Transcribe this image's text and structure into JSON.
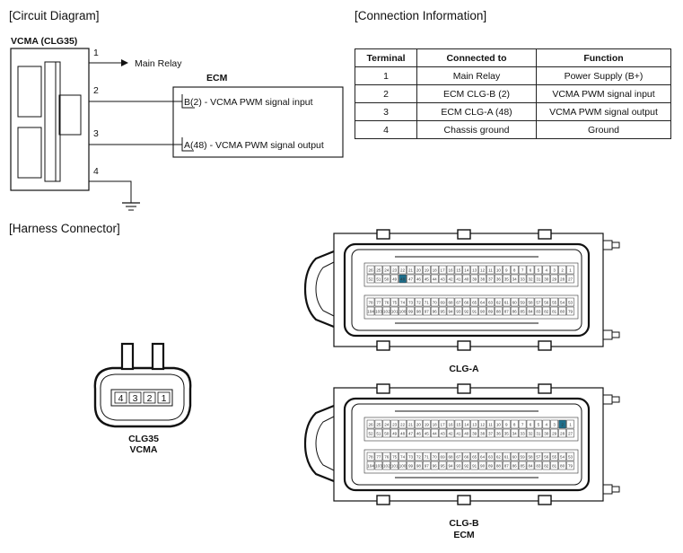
{
  "sections": {
    "circuit": "[Circuit Diagram]",
    "connection": "[Connection Information]",
    "harness": "[Harness Connector]"
  },
  "circuit": {
    "component": "VCMA (CLG35)",
    "ecm": "ECM",
    "pins": [
      "1",
      "2",
      "3",
      "4"
    ],
    "main_relay": "Main Relay",
    "signal_input": "B(2) - VCMA PWM signal input",
    "signal_output": "A(48) - VCMA PWM signal output"
  },
  "table": {
    "headers": [
      "Terminal",
      "Connected to",
      "Function"
    ],
    "rows": [
      [
        "1",
        "Main Relay",
        "Power Supply (B+)"
      ],
      [
        "2",
        "ECM CLG-B (2)",
        "VCMA PWM signal input"
      ],
      [
        "3",
        "ECM CLG-A (48)",
        "VCMA PWM signal output"
      ],
      [
        "4",
        "Chassis ground",
        "Ground"
      ]
    ]
  },
  "harness": {
    "vcma_pins": [
      "4",
      "3",
      "2",
      "1"
    ],
    "vcma_line1": "CLG35",
    "vcma_line2": "VCMA",
    "clga_label": "CLG-A",
    "clgb_label": "CLG-B",
    "ecm_label": "ECM",
    "highlight_color": "#1e6f8c"
  }
}
